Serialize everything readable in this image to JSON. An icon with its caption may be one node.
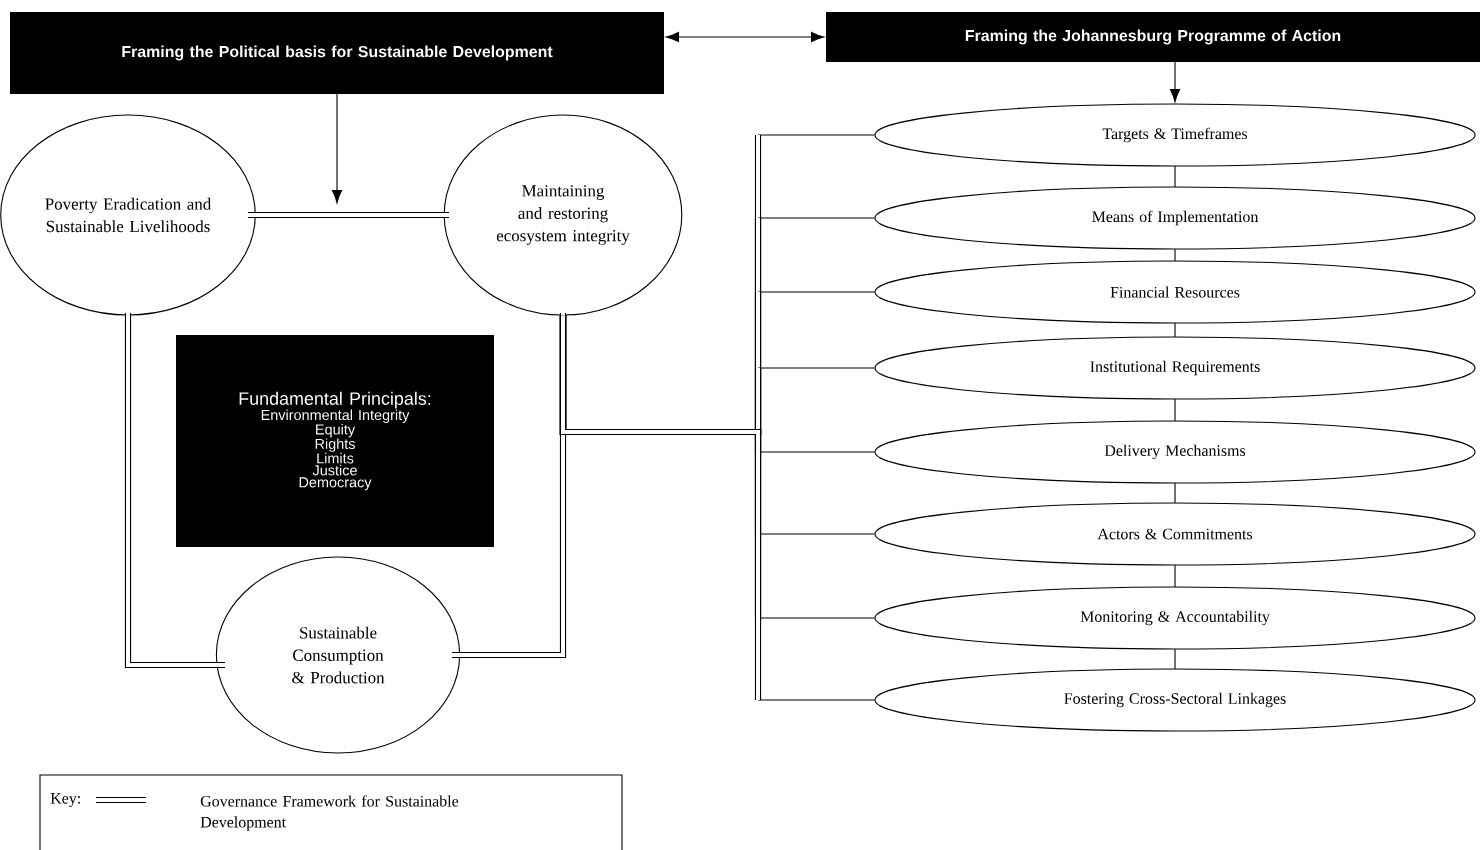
{
  "diagram": {
    "nodes": [
      {
        "text": [
          "Framing the Political basis for Sustainable Development"
        ]
      },
      {
        "text": [
          "Framing the Johannesburg Programme of Action"
        ]
      },
      {
        "text": [
          "Poverty Eradication and Sustainable Livelihoods"
        ]
      },
      {
        "text": [
          "Maintaining and restoring ecosystem integrity"
        ]
      },
      {
        "text": [
          "Fundamental Principals:",
          "Environmental Integrity",
          "Equity",
          "Rights",
          "Limits",
          "Justice",
          "Democracy"
        ]
      },
      {
        "text": [
          "Sustainable Consumption & Production"
        ]
      },
      {
        "text": [
          "Targets & Timeframes"
        ]
      },
      {
        "text": [
          "Means of Implementation"
        ]
      },
      {
        "text": [
          "Financial Resources"
        ]
      },
      {
        "text": [
          "Institutional Requirements"
        ]
      },
      {
        "text": [
          "Delivery Mechanisms"
        ]
      },
      {
        "text": [
          "Actors & Commitments"
        ]
      },
      {
        "text": [
          "Monitoring & Accountability"
        ]
      },
      {
        "text": [
          "Fostering Cross-Sectoral Linkages"
        ]
      }
    ],
    "edges": [
      {
        "from": 0,
        "to": 1,
        "arrow": "both"
      },
      {
        "from": 0,
        "to": null,
        "arrow": "to"
      },
      {
        "from": 1,
        "to": 6,
        "arrow": "to"
      },
      {
        "from": 2,
        "to": 3,
        "arrow": "none"
      },
      {
        "from": 2,
        "to": 5,
        "arrow": "none"
      },
      {
        "from": 3,
        "to": 5,
        "arrow": "none"
      },
      {
        "from": 3,
        "to": 6,
        "arrow": "none"
      },
      {
        "from": 3,
        "to": 7,
        "arrow": "none"
      },
      {
        "from": 3,
        "to": 8,
        "arrow": "none"
      },
      {
        "from": 3,
        "to": 9,
        "arrow": "none"
      },
      {
        "from": 3,
        "to": 10,
        "arrow": "none"
      },
      {
        "from": 3,
        "to": 11,
        "arrow": "none"
      },
      {
        "from": 3,
        "to": 12,
        "arrow": "none"
      },
      {
        "from": 3,
        "to": 13,
        "arrow": "none"
      },
      {
        "from": 6,
        "to": 7,
        "arrow": "none"
      },
      {
        "from": 7,
        "to": 8,
        "arrow": "none"
      },
      {
        "from": 8,
        "to": 9,
        "arrow": "none"
      },
      {
        "from": 9,
        "to": 10,
        "arrow": "none"
      },
      {
        "from": 10,
        "to": 11,
        "arrow": "none"
      },
      {
        "from": 11,
        "to": 12,
        "arrow": "none"
      },
      {
        "from": 12,
        "to": 13,
        "arrow": "none"
      }
    ],
    "labels": [
      "Key:"
    ],
    "legend": [
      {
        "text": "Governance Framework for Sustainable Development"
      }
    ]
  }
}
